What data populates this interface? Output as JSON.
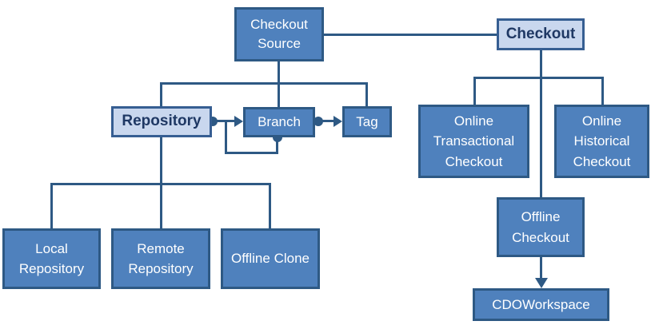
{
  "diagram": {
    "type": "block-diagram",
    "topic": "CDO checkout and repository concepts",
    "colors": {
      "node_fill": "#4f81bd",
      "node_border": "#2e5984",
      "node_text": "#ffffff",
      "highlight_fill": "#c9d7ee",
      "highlight_border": "#365e92",
      "highlight_text": "#1f3864",
      "connector": "#2e5984",
      "background": "#ffffff"
    },
    "nodes": {
      "checkout_source": {
        "label": "Checkout Source",
        "style": "dark"
      },
      "checkout": {
        "label": "Checkout",
        "style": "light"
      },
      "repository": {
        "label": "Repository",
        "style": "light"
      },
      "branch": {
        "label": "Branch",
        "style": "dark"
      },
      "tag": {
        "label": "Tag",
        "style": "dark"
      },
      "online_transactional_checkout": {
        "label": "Online Transactional Checkout",
        "style": "dark"
      },
      "online_historical_checkout": {
        "label": "Online Historical Checkout",
        "style": "dark"
      },
      "offline_checkout": {
        "label": "Offline Checkout",
        "style": "dark"
      },
      "cdo_workspace": {
        "label": "CDOWorkspace",
        "style": "dark"
      },
      "local_repository": {
        "label": "Local Repository",
        "style": "dark"
      },
      "remote_repository": {
        "label": "Remote Repository",
        "style": "dark"
      },
      "offline_clone": {
        "label": "Offline Clone",
        "style": "dark"
      }
    },
    "edges": [
      {
        "from": "checkout_source",
        "to": "repository",
        "kind": "tree"
      },
      {
        "from": "checkout_source",
        "to": "branch",
        "kind": "tree"
      },
      {
        "from": "checkout_source",
        "to": "tag",
        "kind": "tree"
      },
      {
        "from": "checkout_source",
        "to": "checkout",
        "kind": "plain"
      },
      {
        "from": "checkout",
        "to": "online_transactional_checkout",
        "kind": "tree"
      },
      {
        "from": "checkout",
        "to": "online_historical_checkout",
        "kind": "tree"
      },
      {
        "from": "checkout",
        "to": "offline_checkout",
        "kind": "tree"
      },
      {
        "from": "repository",
        "to": "local_repository",
        "kind": "tree"
      },
      {
        "from": "repository",
        "to": "remote_repository",
        "kind": "tree"
      },
      {
        "from": "repository",
        "to": "offline_clone",
        "kind": "tree"
      },
      {
        "from": "repository",
        "to": "branch",
        "kind": "dot-arrow"
      },
      {
        "from": "branch",
        "to": "branch",
        "kind": "dot-arrow-self-loop"
      },
      {
        "from": "branch",
        "to": "tag",
        "kind": "dot-arrow"
      },
      {
        "from": "offline_checkout",
        "to": "cdo_workspace",
        "kind": "arrow"
      }
    ]
  }
}
